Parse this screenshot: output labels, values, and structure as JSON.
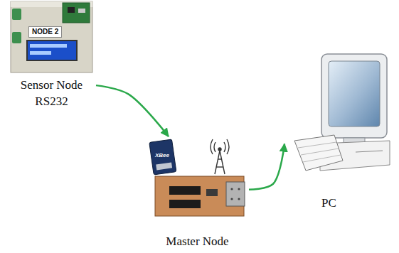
{
  "diagram": {
    "nodes": [
      {
        "text": [
          "Sensor Node RS232"
        ]
      },
      {
        "text": [
          "Master Node"
        ]
      },
      {
        "text": [
          "PC"
        ]
      }
    ],
    "edges": [
      {
        "from": 0,
        "to": 1,
        "arrow": "to"
      },
      {
        "from": 1,
        "to": 2,
        "arrow": "to"
      }
    ],
    "labels": [
      "NODE 2",
      "XBee"
    ]
  }
}
